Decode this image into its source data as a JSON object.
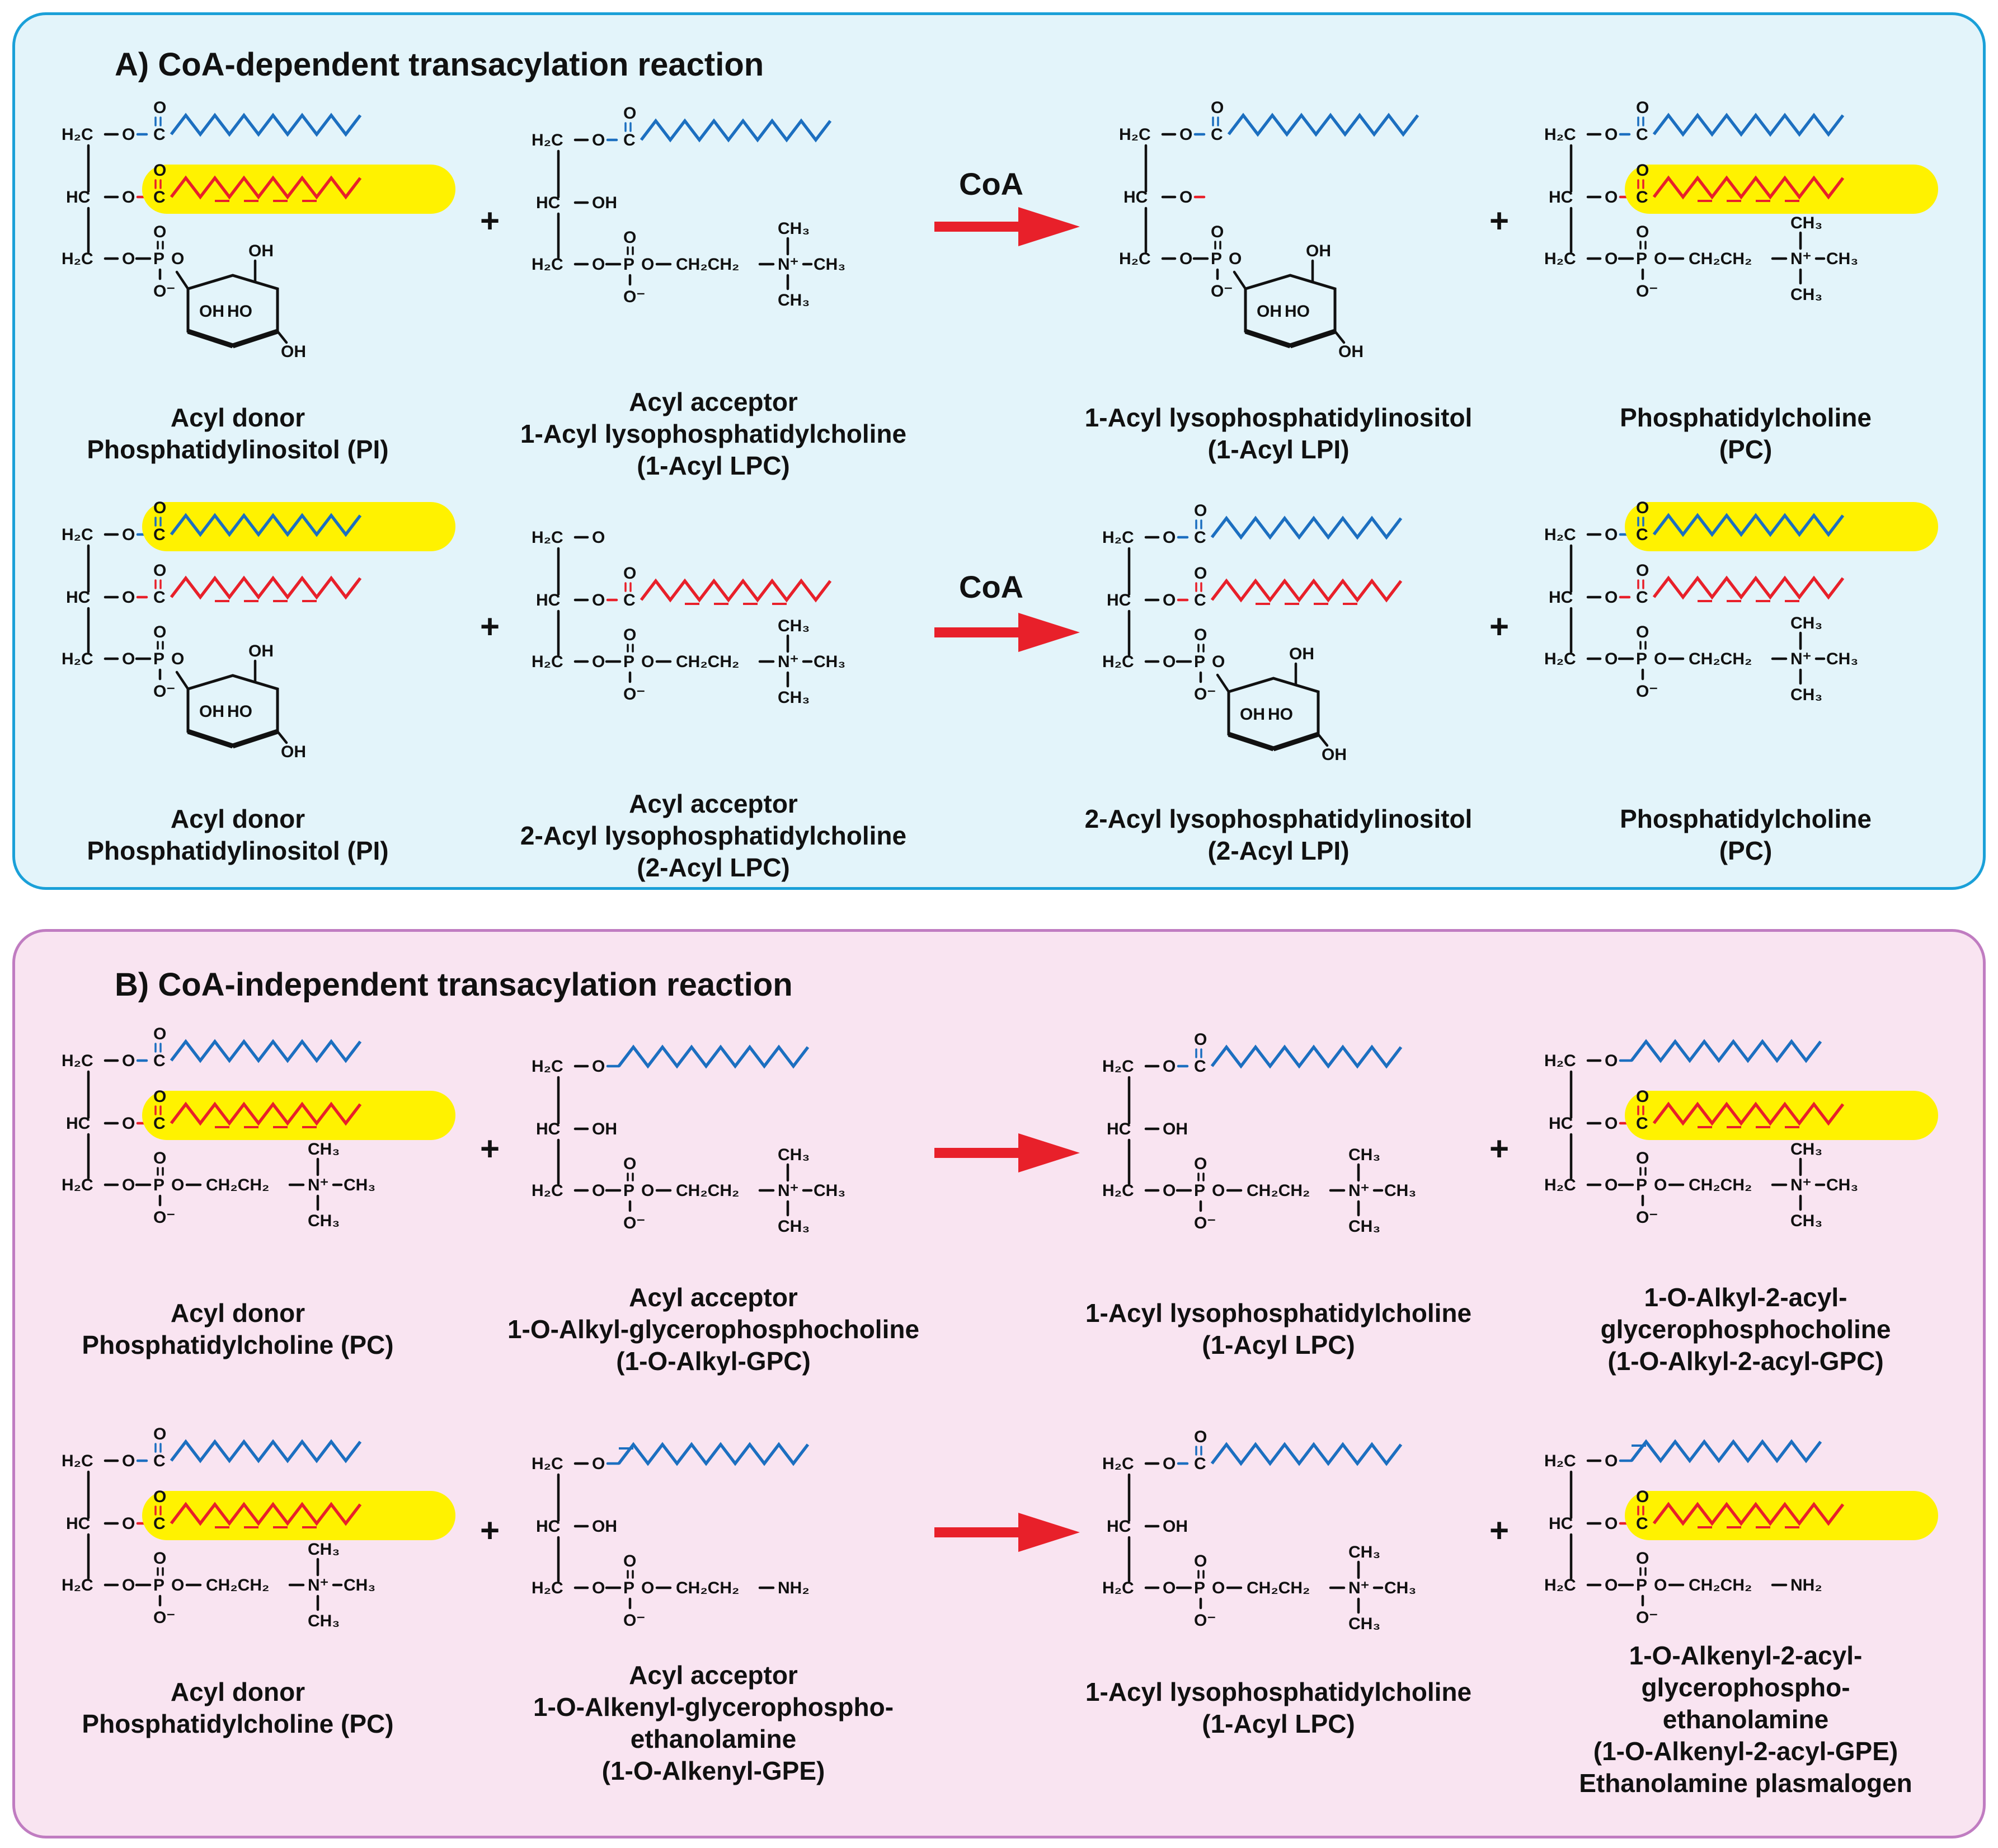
{
  "panel_a": {
    "title": "A) CoA-dependent  transacylation reaction",
    "rows": [
      {
        "reagent": "CoA",
        "donor": {
          "line1": "Acyl donor",
          "line2": "Phosphatidylinositol (PI)"
        },
        "acceptor": {
          "line1": "Acyl acceptor",
          "line2": "1-Acyl lysophosphatidylcholine",
          "line3": "(1-Acyl LPC)"
        },
        "product1": {
          "line1": "1-Acyl lysophosphatidylinositol",
          "line2": "(1-Acyl LPI)"
        },
        "product2": {
          "line1": "Phosphatidylcholine",
          "line2": "(PC)"
        }
      },
      {
        "reagent": "CoA",
        "donor": {
          "line1": "Acyl donor",
          "line2": "Phosphatidylinositol (PI)"
        },
        "acceptor": {
          "line1": "Acyl acceptor",
          "line2": "2-Acyl lysophosphatidylcholine",
          "line3": "(2-Acyl LPC)"
        },
        "product1": {
          "line1": "2-Acyl lysophosphatidylinositol",
          "line2": "(2-Acyl LPI)"
        },
        "product2": {
          "line1": "Phosphatidylcholine",
          "line2": "(PC)"
        }
      }
    ]
  },
  "panel_b": {
    "title": "B) CoA-independent transacylation reaction",
    "rows": [
      {
        "donor": {
          "line1": "Acyl donor",
          "line2": "Phosphatidylcholine (PC)"
        },
        "acceptor": {
          "line1": "Acyl acceptor",
          "line2": "1-O-Alkyl-glycerophosphocholine",
          "line3": "(1-O-Alkyl-GPC)"
        },
        "product1": {
          "line1": "1-Acyl lysophosphatidylcholine",
          "line2": "(1-Acyl LPC)"
        },
        "product2": {
          "line1": "1-O-Alkyl-2-acyl-",
          "line2": "glycerophosphocholine",
          "line3": "(1-O-Alkyl-2-acyl-GPC)"
        }
      },
      {
        "donor": {
          "line1": "Acyl donor",
          "line2": "Phosphatidylcholine (PC)"
        },
        "acceptor": {
          "line1": "Acyl acceptor",
          "line2": "1-O-Alkenyl-glycerophospho-",
          "line3": "ethanolamine",
          "line4": "(1-O-Alkenyl-GPE)"
        },
        "product1": {
          "line1": "1-Acyl lysophosphatidylcholine",
          "line2": "(1-Acyl LPC)"
        },
        "product2": {
          "line1": "1-O-Alkenyl-2-acyl-",
          "line2": "glycerophospho-",
          "line3": "ethanolamine",
          "line4": "(1-O-Alkenyl-2-acyl-GPE)",
          "line5": "Ethanolamine plasmalogen"
        }
      }
    ]
  },
  "atoms": {
    "H2C": "H₂C",
    "HC": "HC",
    "O": "O",
    "C": "C",
    "P": "P",
    "O_minus": "O⁻",
    "OH": "OH",
    "HO": "HO",
    "CH2CH2": "CH₂CH₂",
    "N_plus": "N⁺",
    "CH3": "CH₃",
    "NH2": "NH₂",
    "dash": "–"
  },
  "colors": {
    "panel_a_bg": "#e3f4fa",
    "panel_a_border": "#1aa0d8",
    "panel_b_bg": "#f9e4f1",
    "panel_b_border": "#c07cc1",
    "sn1_chain": "#1c6fc0",
    "sn2_chain": "#e8202a",
    "highlight": "#fff200",
    "arrow": "#e8202a"
  },
  "icons": {
    "reaction_arrow": "right-arrow-icon",
    "plus": "plus-sign"
  }
}
